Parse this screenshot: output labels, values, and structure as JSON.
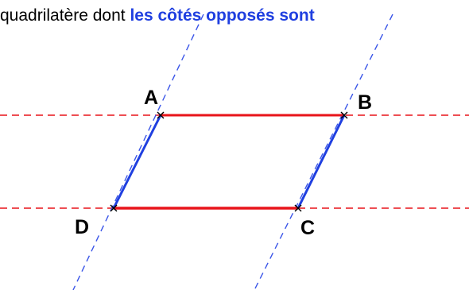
{
  "caption": {
    "text_before": "quadrilatère dont ",
    "text_highlight": "les côtés opposés sont"
  },
  "figure": {
    "points": [
      {
        "id": "A",
        "label": "A"
      },
      {
        "id": "B",
        "label": "B"
      },
      {
        "id": "C",
        "label": "C"
      },
      {
        "id": "D",
        "label": "D"
      }
    ]
  },
  "colors": {
    "text": "#000000",
    "highlight": "#1f3fe0",
    "horizontal_sides": "#e8141a",
    "slanted_sides": "#1f3fe0",
    "horizontal_guides": "#e8141a",
    "slanted_guides": "#3a55e8"
  }
}
